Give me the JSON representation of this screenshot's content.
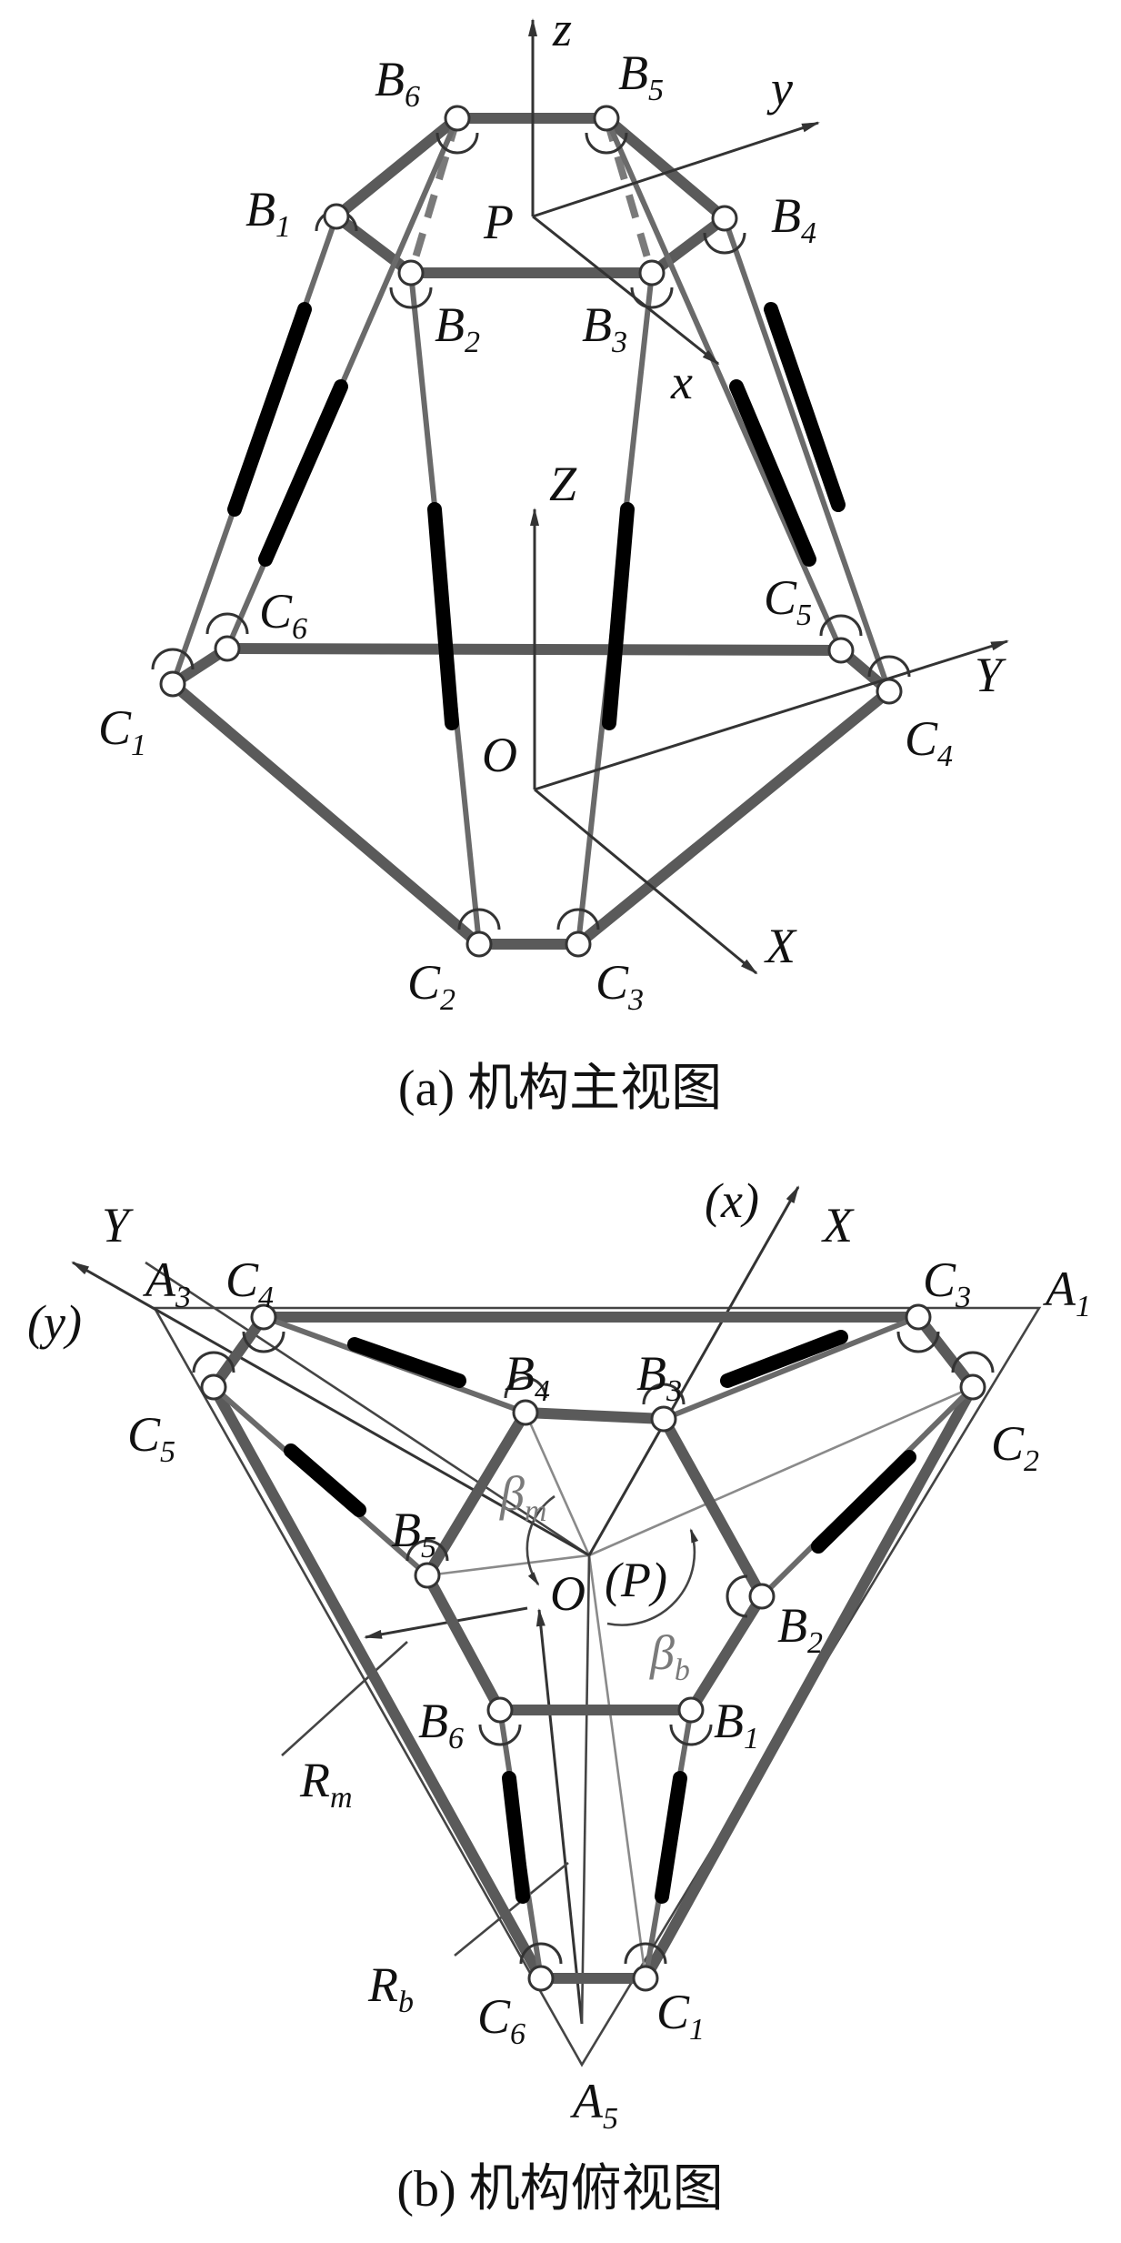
{
  "panel_a": {
    "caption": "(a)  机构主视图",
    "axes": {
      "z": "z",
      "y": "y",
      "x": "x",
      "Z": "Z",
      "Y": "Y",
      "X": "X"
    },
    "points": {
      "P": "P",
      "O": "O"
    },
    "B": [
      {
        "base": "B",
        "sub": "1"
      },
      {
        "base": "B",
        "sub": "2"
      },
      {
        "base": "B",
        "sub": "3"
      },
      {
        "base": "B",
        "sub": "4"
      },
      {
        "base": "B",
        "sub": "5"
      },
      {
        "base": "B",
        "sub": "6"
      }
    ],
    "C": [
      {
        "base": "C",
        "sub": "1"
      },
      {
        "base": "C",
        "sub": "2"
      },
      {
        "base": "C",
        "sub": "3"
      },
      {
        "base": "C",
        "sub": "4"
      },
      {
        "base": "C",
        "sub": "5"
      },
      {
        "base": "C",
        "sub": "6"
      }
    ]
  },
  "panel_b": {
    "caption": "(b)  机构俯视图",
    "axes": {
      "X": "X",
      "x_paren": "(x)",
      "Y": "Y",
      "y_paren": "(y)"
    },
    "points": {
      "O": "O",
      "P_paren": "(P)"
    },
    "A": [
      {
        "base": "A",
        "sub": "1"
      },
      {
        "base": "A",
        "sub": "3"
      },
      {
        "base": "A",
        "sub": "5"
      }
    ],
    "B": [
      {
        "base": "B",
        "sub": "1"
      },
      {
        "base": "B",
        "sub": "2"
      },
      {
        "base": "B",
        "sub": "3"
      },
      {
        "base": "B",
        "sub": "4"
      },
      {
        "base": "B",
        "sub": "5"
      },
      {
        "base": "B",
        "sub": "6"
      }
    ],
    "C": [
      {
        "base": "C",
        "sub": "1"
      },
      {
        "base": "C",
        "sub": "2"
      },
      {
        "base": "C",
        "sub": "3"
      },
      {
        "base": "C",
        "sub": "4"
      },
      {
        "base": "C",
        "sub": "5"
      },
      {
        "base": "C",
        "sub": "6"
      }
    ],
    "params": {
      "Rm": {
        "base": "R",
        "sub": "m"
      },
      "Rb": {
        "base": "R",
        "sub": "b"
      },
      "beta_m": {
        "base": "β",
        "sub": "m"
      },
      "beta_b": {
        "base": "β",
        "sub": "b"
      }
    }
  }
}
